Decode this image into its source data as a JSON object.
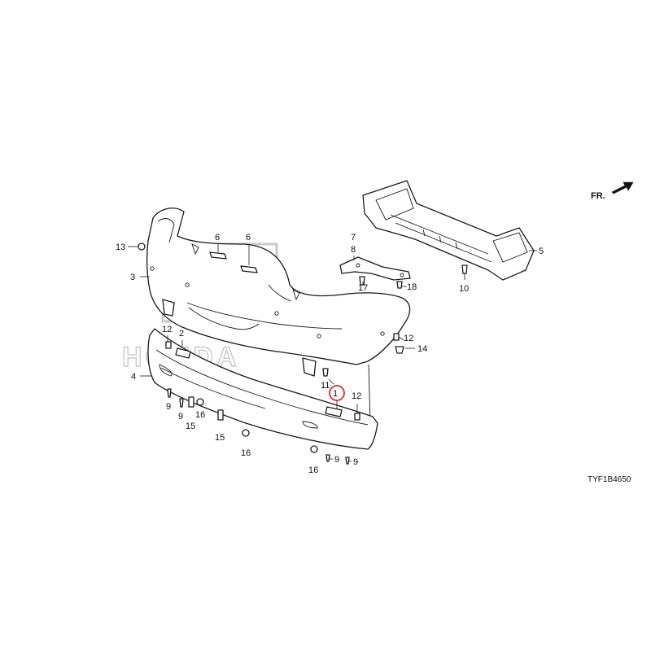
{
  "diagram_code": "TYF1B4650",
  "direction_label": "FR.",
  "brand_watermark": "HONDA",
  "highlight_color": "#d32f2f",
  "callouts": [
    {
      "id": "c1",
      "number": "1",
      "highlighted": true
    },
    {
      "id": "c2",
      "number": "2"
    },
    {
      "id": "c3",
      "number": "3"
    },
    {
      "id": "c4",
      "number": "4"
    },
    {
      "id": "c5",
      "number": "5"
    },
    {
      "id": "c6a",
      "number": "6"
    },
    {
      "id": "c6b",
      "number": "6"
    },
    {
      "id": "c7",
      "number": "7"
    },
    {
      "id": "c8",
      "number": "8"
    },
    {
      "id": "c9a",
      "number": "9"
    },
    {
      "id": "c9b",
      "number": "9"
    },
    {
      "id": "c9c",
      "number": "9"
    },
    {
      "id": "c9d",
      "number": "9"
    },
    {
      "id": "c10",
      "number": "10"
    },
    {
      "id": "c11",
      "number": "11"
    },
    {
      "id": "c12a",
      "number": "12"
    },
    {
      "id": "c12b",
      "number": "12"
    },
    {
      "id": "c12c",
      "number": "12"
    },
    {
      "id": "c13",
      "number": "13"
    },
    {
      "id": "c14",
      "number": "14"
    },
    {
      "id": "c15a",
      "number": "15"
    },
    {
      "id": "c15b",
      "number": "15"
    },
    {
      "id": "c16a",
      "number": "16"
    },
    {
      "id": "c16b",
      "number": "16"
    },
    {
      "id": "c16c",
      "number": "16"
    },
    {
      "id": "c17",
      "number": "17"
    },
    {
      "id": "c18",
      "number": "18"
    }
  ]
}
